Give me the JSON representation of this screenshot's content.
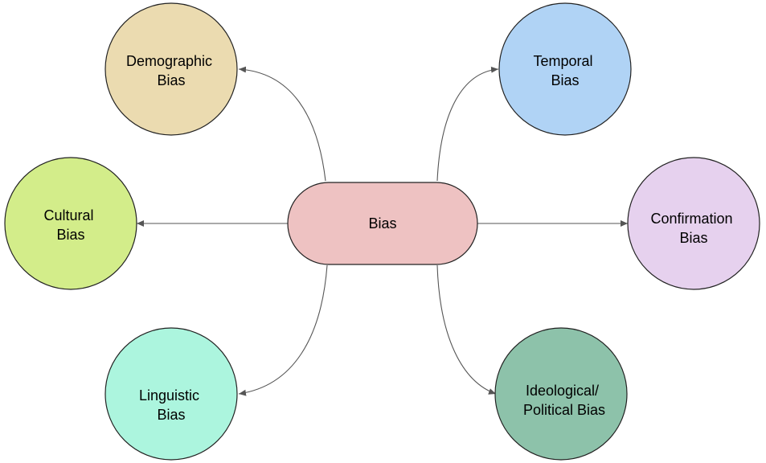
{
  "center": {
    "label": "Bias",
    "color": "#eec2c2"
  },
  "nodes": [
    {
      "id": "demographic",
      "lines": [
        "Demographic",
        "Bias"
      ],
      "color": "#ebdbb0"
    },
    {
      "id": "temporal",
      "lines": [
        "Temporal",
        "Bias"
      ],
      "color": "#b0d3f5"
    },
    {
      "id": "cultural",
      "lines": [
        "Cultural",
        "Bias"
      ],
      "color": "#d3ed8a"
    },
    {
      "id": "confirmation",
      "lines": [
        "Confirmation",
        "Bias"
      ],
      "color": "#e6d1ee"
    },
    {
      "id": "linguistic",
      "lines": [
        "Linguistic",
        "Bias"
      ],
      "color": "#acf5de"
    },
    {
      "id": "ideological",
      "lines": [
        "Ideological/",
        "Political Bias"
      ],
      "color": "#8dc2aa"
    }
  ],
  "colors": {
    "edge": "#555555",
    "outline": "#222222"
  }
}
